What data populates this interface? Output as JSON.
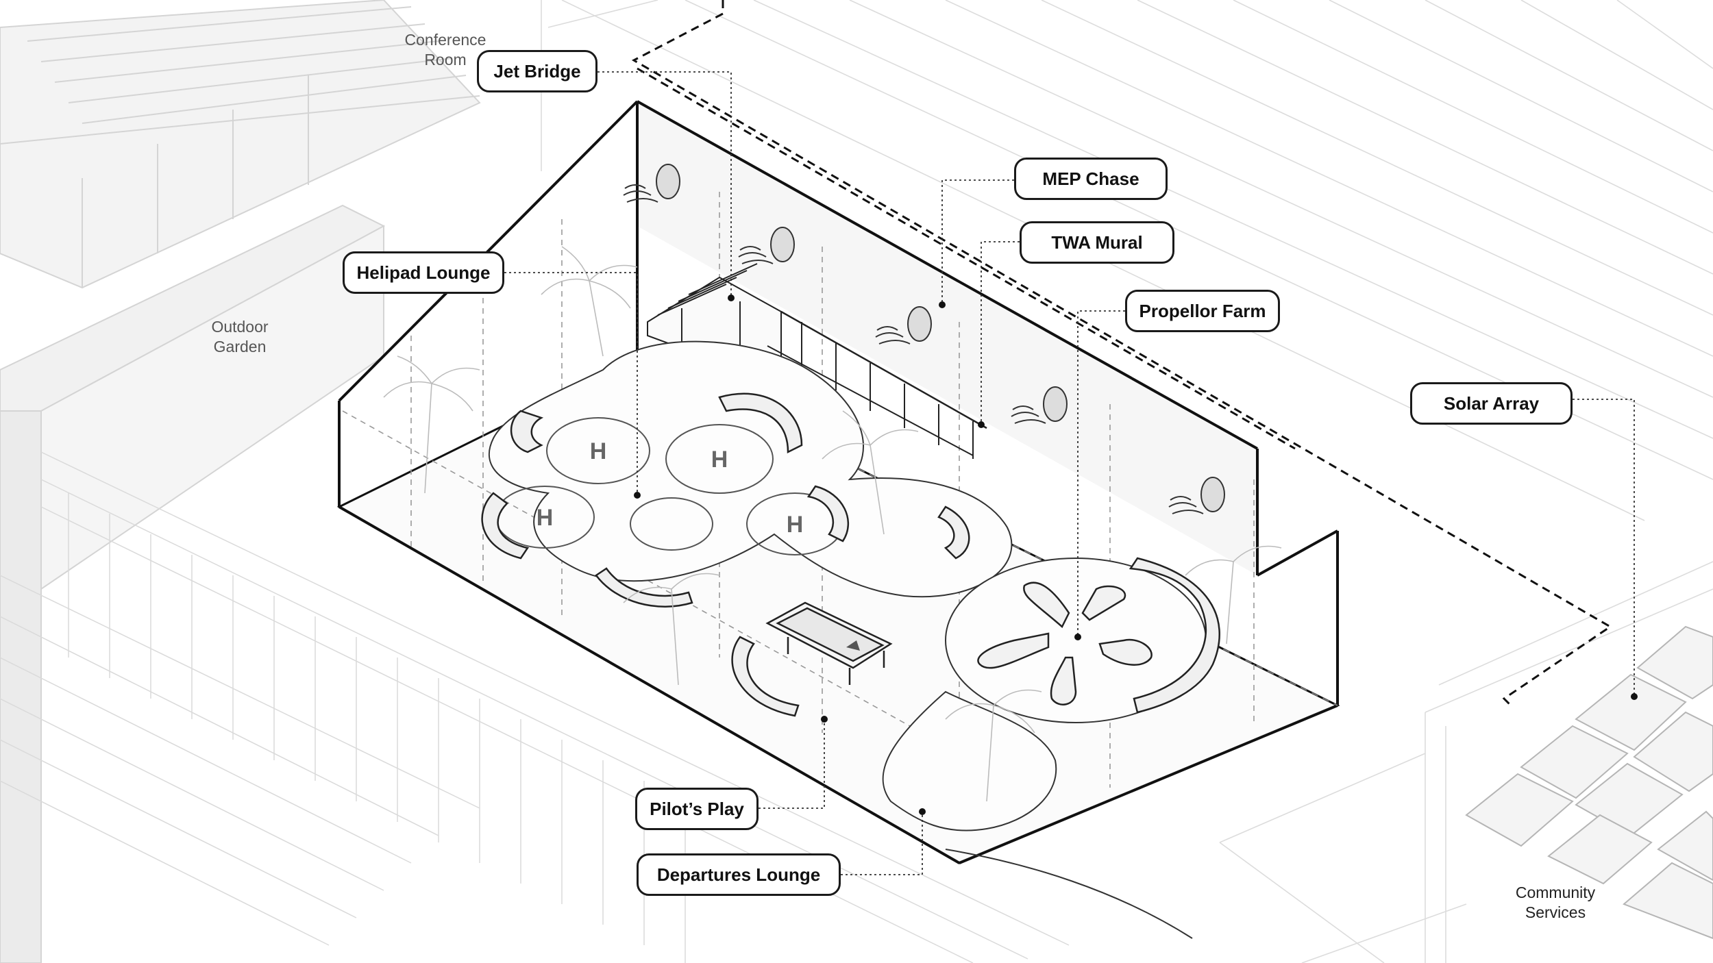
{
  "callouts": {
    "jet_bridge": "Jet Bridge",
    "mep_chase": "MEP Chase",
    "helipad_lounge": "Helipad Lounge",
    "twa_mural": "TWA Mural",
    "propellor_farm": "Propellor Farm",
    "solar_array": "Solar Array",
    "pilots_play": "Pilot’s Play",
    "departures_lounge": "Departures Lounge"
  },
  "context_labels": {
    "conference_room": [
      "Conference",
      "Room"
    ],
    "outdoor_garden": [
      "Outdoor",
      "Garden"
    ],
    "community_services": [
      "Community",
      "Services"
    ]
  },
  "helipad_markings": [
    "H",
    "H",
    "H",
    "H"
  ],
  "colors": {
    "line": "#1a1a1a",
    "context": "#cfcfcf",
    "callout_border": "#1a1a1a",
    "context_text": "#555555"
  }
}
